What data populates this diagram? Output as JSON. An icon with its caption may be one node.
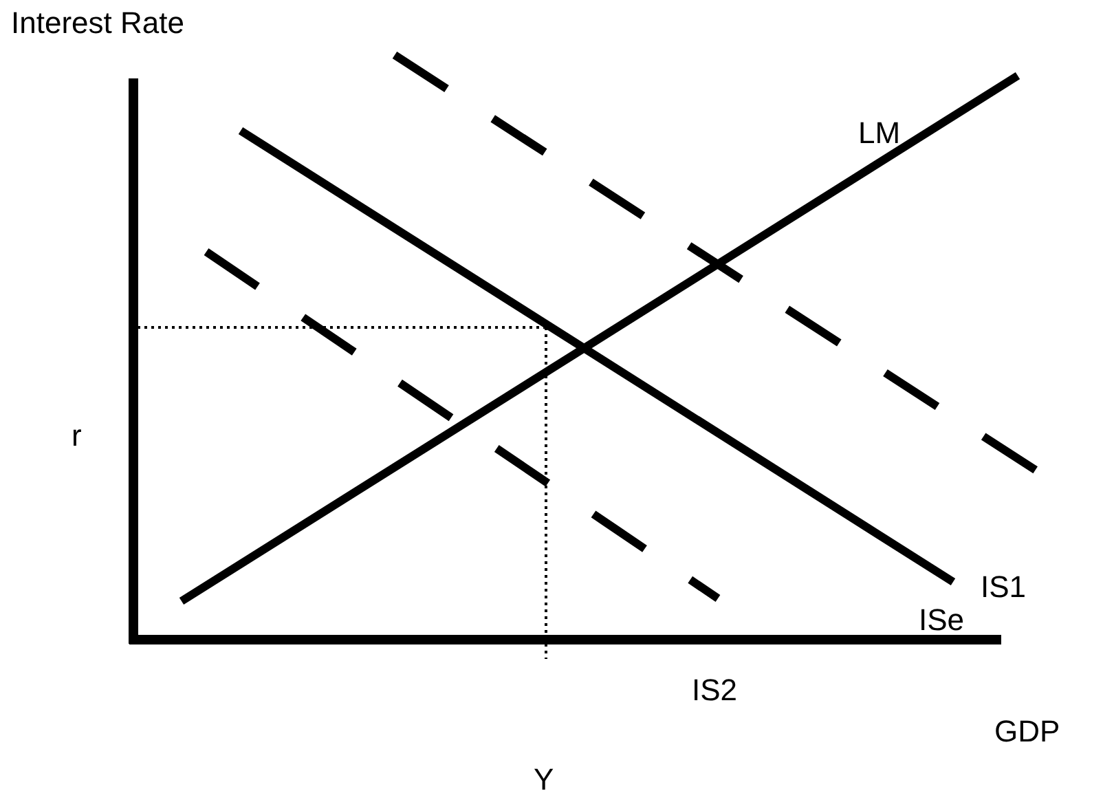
{
  "diagram": {
    "labels": [
      "Interest Rate",
      "LM",
      "r",
      "IS1",
      "ISe",
      "IS2",
      "GDP",
      "Y"
    ]
  }
}
